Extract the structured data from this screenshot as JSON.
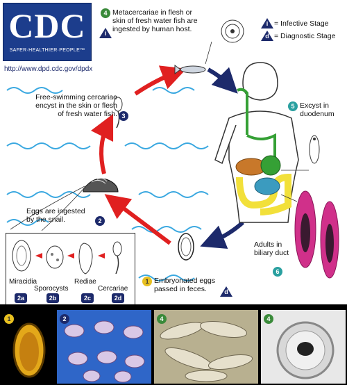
{
  "header": {
    "logo_text": "CDC",
    "tagline": "SAFER·HEALTHIER·PEOPLE™",
    "url": "http://www.dpd.cdc.gov/dpdx"
  },
  "legend": {
    "infective_symbol": "i",
    "infective_label": "= Infective Stage",
    "diagnostic_symbol": "d",
    "diagnostic_label": "= Diagnostic Stage"
  },
  "steps": {
    "s1": {
      "num": "1",
      "text": "Embryonated eggs\npassed in feces.",
      "symbol": "d"
    },
    "s2": {
      "num": "2",
      "text": "Eggs are ingested\nby the snail."
    },
    "s3": {
      "num": "3",
      "text": "Free-swimming cercariae\nencyst in the skin or flesh\nof fresh water fish."
    },
    "s4": {
      "num": "4",
      "text": "Metacercariae in flesh or\nskin of fresh water fish are\ningested by human host.",
      "symbol": "i"
    },
    "s5": {
      "num": "5",
      "text": "Excyst in\nduodenum"
    },
    "s6": {
      "num": "6",
      "text": "Adults in\nbiliary duct"
    }
  },
  "snail_stages": {
    "labels": [
      "Miracidia",
      "Sporocysts",
      "Rediae",
      "Cercariae"
    ],
    "codes": [
      "2a",
      "2b",
      "2c",
      "2d"
    ]
  },
  "photos": {
    "badges": [
      "1",
      "2",
      "4",
      "4"
    ]
  },
  "colors": {
    "red_arrow": "#e02020",
    "navy_arrow": "#1d2a6b",
    "water": "#3aa8e0",
    "intestine": "#f2e03a",
    "stomach_duct": "#35a035",
    "liver": "#c8782a",
    "small_intestine": "#3b9bbf",
    "adult_worm": "#d0308a"
  }
}
